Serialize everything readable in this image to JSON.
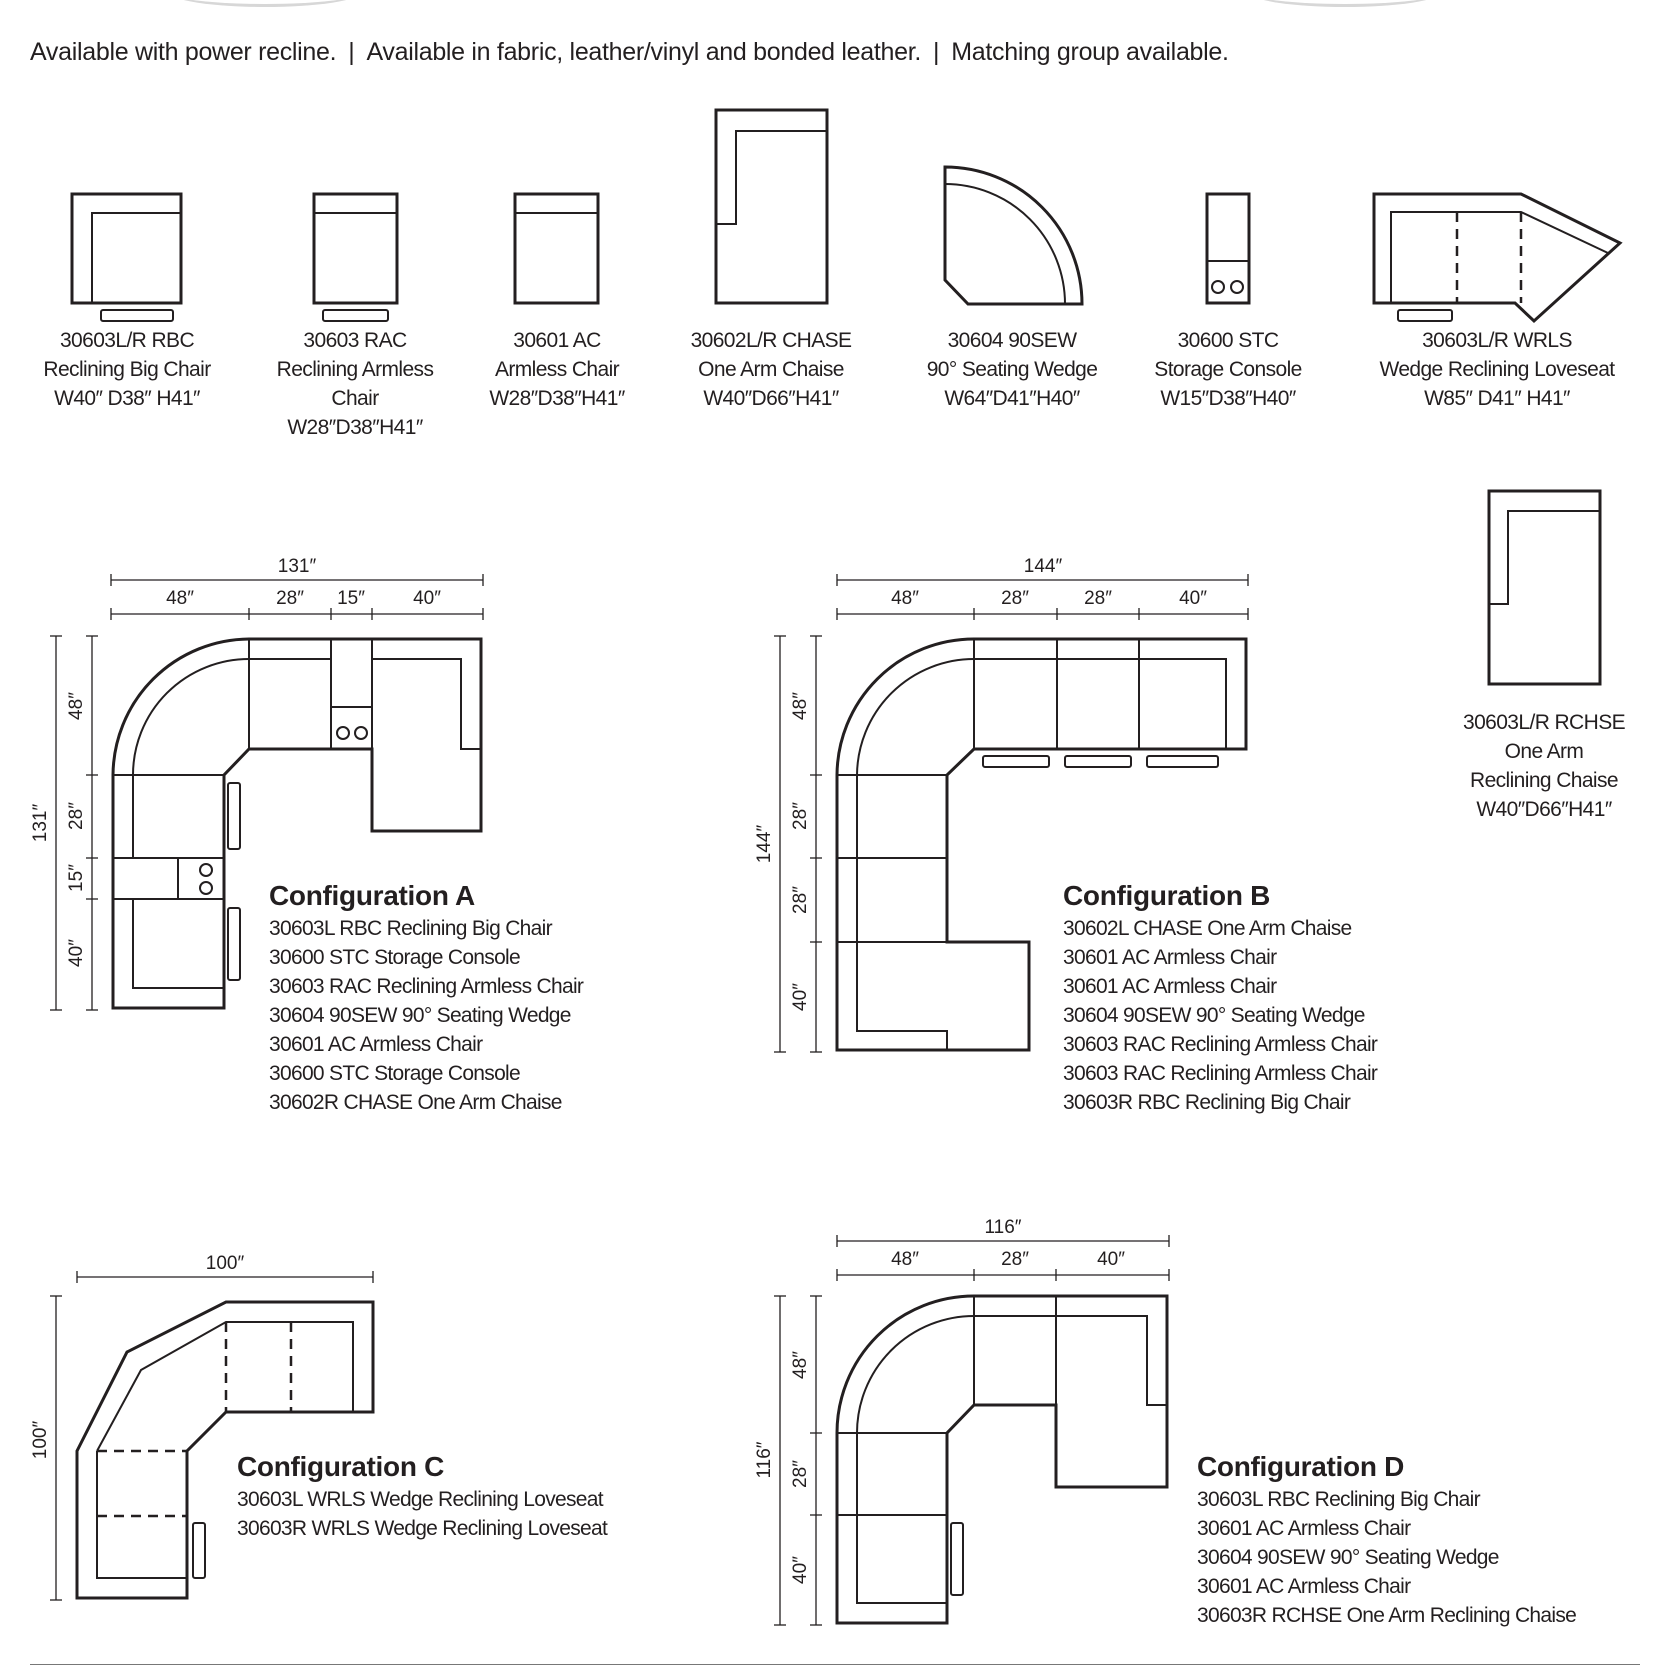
{
  "tagline": {
    "part1": "Available with power recline.",
    "part2": "Available in fabric, leather/vinyl and bonded leather.",
    "part3": "Matching group available.",
    "separator": "|"
  },
  "pieces": [
    {
      "id": "30603L/R RBC",
      "lines": [
        "30603L/R RBC",
        "Reclining Big Chair",
        "W40″ D38″ H41″"
      ]
    },
    {
      "id": "30603 RAC",
      "lines": [
        "30603 RAC",
        "Reclining Armless",
        "Chair",
        "W28″D38″H41″"
      ]
    },
    {
      "id": "30601 AC",
      "lines": [
        "30601 AC",
        "Armless Chair",
        "W28″D38″H41″"
      ]
    },
    {
      "id": "30602L/R CHASE",
      "lines": [
        "30602L/R CHASE",
        "One Arm Chaise",
        "W40″D66″H41″"
      ]
    },
    {
      "id": "30604 90SEW",
      "lines": [
        "30604 90SEW",
        "90° Seating Wedge",
        "W64″D41″H40″"
      ]
    },
    {
      "id": "30600 STC",
      "lines": [
        "30600 STC",
        "Storage Console",
        "W15″D38″H40″"
      ]
    },
    {
      "id": "30603L/R WRLS",
      "lines": [
        "30603L/R WRLS",
        "Wedge Reclining Loveseat",
        "W85″ D41″ H41″"
      ]
    },
    {
      "id": "30603L/R RCHSE",
      "lines": [
        "30603L/R RCHSE",
        "One Arm",
        "Reclining Chaise",
        "W40″D66″H41″"
      ]
    }
  ],
  "configurations": [
    {
      "title": "Configuration A",
      "items": [
        "30603L RBC Reclining Big Chair",
        "30600 STC Storage Console",
        "30603 RAC Reclining Armless Chair",
        "30604 90SEW 90° Seating Wedge",
        "30601 AC Armless Chair",
        "30600 STC Storage Console",
        "30602R CHASE One Arm Chaise"
      ],
      "dims": {
        "top_total": "131″",
        "top": [
          "48″",
          "28″",
          "15″",
          "40″"
        ],
        "left_total": "131″",
        "left": [
          "48″",
          "28″",
          "15″",
          "40″"
        ]
      }
    },
    {
      "title": "Configuration B",
      "items": [
        "30602L CHASE One Arm Chaise",
        "30601 AC Armless Chair",
        "30601 AC Armless Chair",
        "30604 90SEW 90° Seating Wedge",
        "30603 RAC Reclining Armless Chair",
        "30603 RAC Reclining Armless Chair",
        "30603R RBC Reclining Big Chair"
      ],
      "dims": {
        "top_total": "144″",
        "top": [
          "48″",
          "28″",
          "28″",
          "40″"
        ],
        "left_total": "144″",
        "left": [
          "48″",
          "28″",
          "28″",
          "40″"
        ]
      }
    },
    {
      "title": "Configuration C",
      "items": [
        "30603L WRLS Wedge Reclining Loveseat",
        "30603R WRLS Wedge Reclining Loveseat"
      ],
      "dims": {
        "top_total": "100″",
        "left_total": "100″"
      }
    },
    {
      "title": "Configuration D",
      "items": [
        "30603L RBC Reclining Big Chair",
        "30601 AC Armless Chair",
        "30604 90SEW 90° Seating Wedge",
        "30601 AC Armless Chair",
        "30603R RCHSE One Arm Reclining Chaise"
      ],
      "dims": {
        "top_total": "116″",
        "top": [
          "48″",
          "28″",
          "40″"
        ],
        "left_total": "116″",
        "left": [
          "48″",
          "28″",
          "40″"
        ]
      }
    }
  ]
}
